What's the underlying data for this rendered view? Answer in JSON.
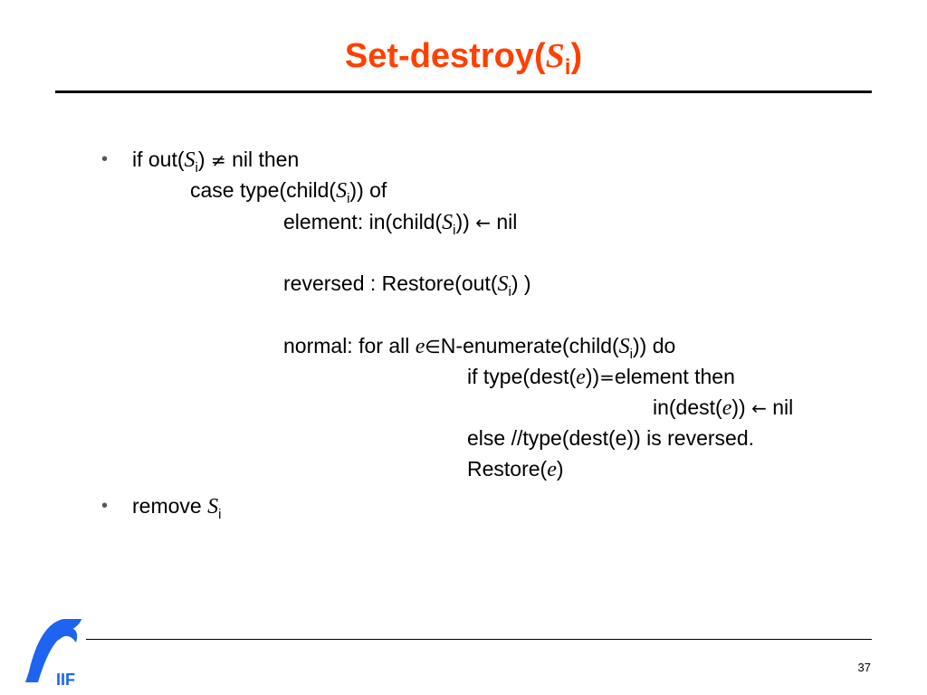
{
  "title": {
    "text": "Set-destroy(",
    "var": "S",
    "sub": "i",
    "close": ")"
  },
  "lines": {
    "l1": {
      "a": "if out(",
      "var": "S",
      "sub": "i",
      "b": ") ",
      "sym": "≠",
      "c": " nil then"
    },
    "l2": {
      "a": "case type(child(",
      "var": "S",
      "sub": "i",
      "b": ")) of"
    },
    "l3": {
      "a": "element: in(child(",
      "var": "S",
      "sub": "i",
      "b": ")) ",
      "sym": "←",
      "c": " nil"
    },
    "l4": {
      "a": "reversed : Restore(out(",
      "var": "S",
      "sub": "i",
      "b": ") )"
    },
    "l5": {
      "a": "normal: for all ",
      "var": "e",
      "sym": "∈",
      "b": "N-enumerate(child(",
      "var2": "S",
      "sub": "i",
      "c": ")) do"
    },
    "l6": {
      "a": "if type(dest(",
      "var": "e",
      "b": "))",
      "sym": "=",
      "c": "element then"
    },
    "l7": {
      "a": "in(dest(",
      "var": "e",
      "b": ")) ",
      "sym": "←",
      "c": " nil"
    },
    "l8": {
      "a": "else //type(dest(e)) is reversed."
    },
    "l9": {
      "a": "Restore(",
      "var": "e",
      "b": ")"
    },
    "l10": {
      "a": "remove ",
      "var": "S",
      "sub": "i"
    }
  },
  "bullets": [
    "•",
    "•"
  ],
  "logo": {
    "text": "IIF",
    "color": "#1E64F0"
  },
  "page_number": "37"
}
